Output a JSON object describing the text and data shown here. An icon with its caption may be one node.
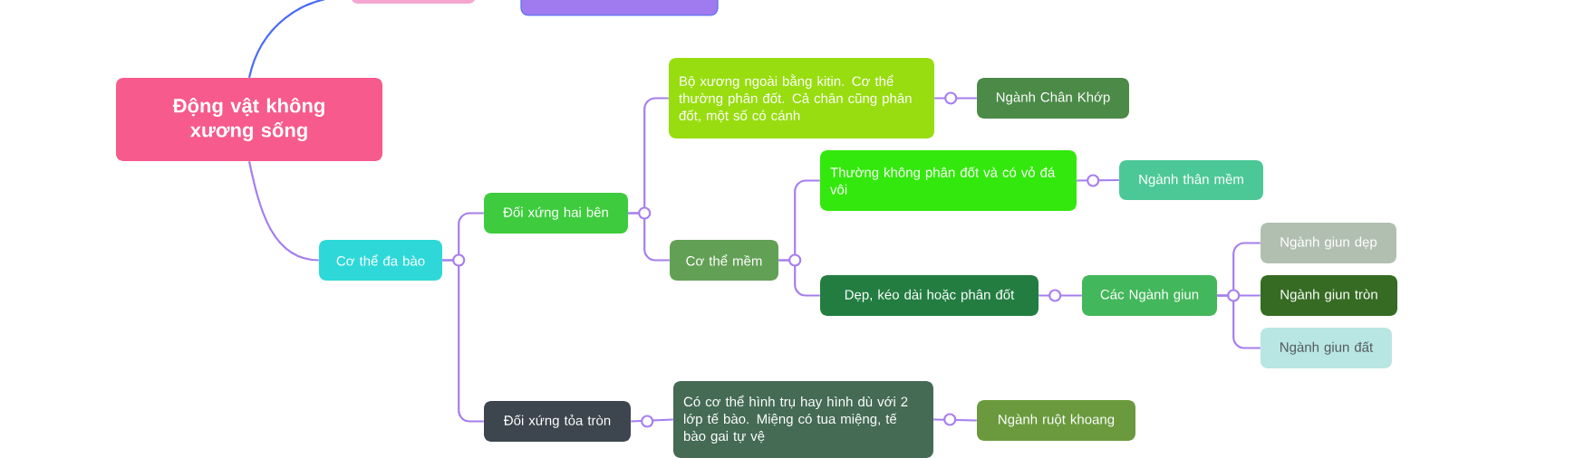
{
  "diagram": {
    "nodes": [
      {
        "text": [
          "Động vật không xương sống"
        ]
      },
      {
        "text": [],
        "shape": "box"
      },
      {
        "text": [],
        "shape": "box"
      },
      {
        "text": [
          "Cơ thể đa bào"
        ]
      },
      {
        "text": [
          "Đối xứng hai bên"
        ]
      },
      {
        "text": [
          "Bộ xương ngoài bằng kitin. Cơ thể thường phân đốt. Cả chân cũng phân đốt, một số có cánh"
        ]
      },
      {
        "text": [
          "Ngành Chân Khớp"
        ]
      },
      {
        "text": [
          "Cơ thể mềm"
        ]
      },
      {
        "text": [
          "Thường không phân đốt và có vỏ đá vôi"
        ]
      },
      {
        "text": [
          "Ngành thân mềm"
        ]
      },
      {
        "text": [
          "Dẹp, kéo dài hoặc phân đốt"
        ]
      },
      {
        "text": [
          "Các Ngành giun"
        ]
      },
      {
        "text": [
          "Ngành giun dẹp"
        ]
      },
      {
        "text": [
          "Ngành giun tròn"
        ]
      },
      {
        "text": [
          "Ngành giun đất"
        ]
      },
      {
        "text": [
          "Đối xứng tỏa tròn"
        ]
      },
      {
        "text": [
          "Có cơ thể hình trụ hay hình dù với 2 lớp tế bào. Miệng có tua miệng, tế bào gai tự vệ"
        ]
      },
      {
        "text": [
          "Ngành ruột khoang"
        ]
      }
    ],
    "edges": [
      {
        "from": 0,
        "to": 1,
        "arrow": "none",
        "color": "#4a6cf7"
      },
      {
        "from": 0,
        "to": 3,
        "arrow": "none"
      },
      {
        "from": 3,
        "to": 4,
        "arrow": "none"
      },
      {
        "from": 3,
        "to": 15,
        "arrow": "none"
      },
      {
        "from": 4,
        "to": 5,
        "arrow": "none"
      },
      {
        "from": 4,
        "to": 7,
        "arrow": "none"
      },
      {
        "from": 5,
        "to": 6,
        "arrow": "none"
      },
      {
        "from": 7,
        "to": 8,
        "arrow": "none"
      },
      {
        "from": 7,
        "to": 10,
        "arrow": "none"
      },
      {
        "from": 8,
        "to": 9,
        "arrow": "none"
      },
      {
        "from": 10,
        "to": 11,
        "arrow": "none"
      },
      {
        "from": 11,
        "to": 12,
        "arrow": "none"
      },
      {
        "from": 11,
        "to": 13,
        "arrow": "none"
      },
      {
        "from": 11,
        "to": 14,
        "arrow": "none"
      },
      {
        "from": 15,
        "to": 16,
        "arrow": "none"
      },
      {
        "from": 16,
        "to": 17,
        "arrow": "none"
      }
    ]
  }
}
